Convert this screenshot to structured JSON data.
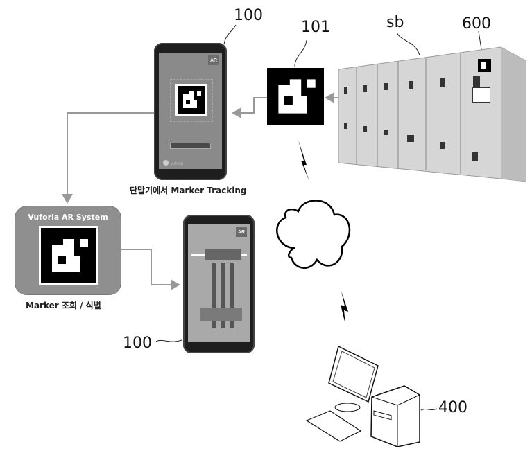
{
  "diagram": {
    "labels": {
      "terminal_top_ref": "100",
      "marker_ref": "101",
      "switchboard_ref": "sb",
      "display_ref": "600",
      "terminal_bottom_ref": "100",
      "server_ref": "400"
    },
    "captions": {
      "tracking": "단말기에서 Marker Tracking",
      "lookup": "Marker 조회 / 식별"
    },
    "vuforia_box": {
      "title": "Vuforia AR System"
    },
    "phone_top": {
      "ar_badge": "AR",
      "brand": "vuforia"
    },
    "phone_bottom": {
      "ar_badge": "AR"
    },
    "nodes": [
      {
        "id": "switchboard",
        "label": "sb"
      },
      {
        "id": "marker",
        "label": "101"
      },
      {
        "id": "terminal-tracking",
        "label": "100"
      },
      {
        "id": "vuforia-ar-system",
        "label": "Vuforia AR System"
      },
      {
        "id": "terminal-ar-view",
        "label": "100"
      },
      {
        "id": "network-cloud",
        "label": ""
      },
      {
        "id": "server-computer",
        "label": "400"
      }
    ],
    "edges": [
      {
        "from": "switchboard",
        "to": "marker",
        "type": "arrow"
      },
      {
        "from": "marker",
        "to": "terminal-tracking",
        "type": "arrow"
      },
      {
        "from": "terminal-tracking",
        "to": "vuforia-ar-system",
        "type": "arrow"
      },
      {
        "from": "vuforia-ar-system",
        "to": "terminal-ar-view",
        "type": "arrow"
      },
      {
        "from": "marker",
        "to": "network-cloud",
        "type": "wireless"
      },
      {
        "from": "network-cloud",
        "to": "server-computer",
        "type": "wireless"
      }
    ],
    "colors": {
      "connector": "#999999",
      "box_fill": "#8f8f8f",
      "ink": "#111111"
    }
  }
}
